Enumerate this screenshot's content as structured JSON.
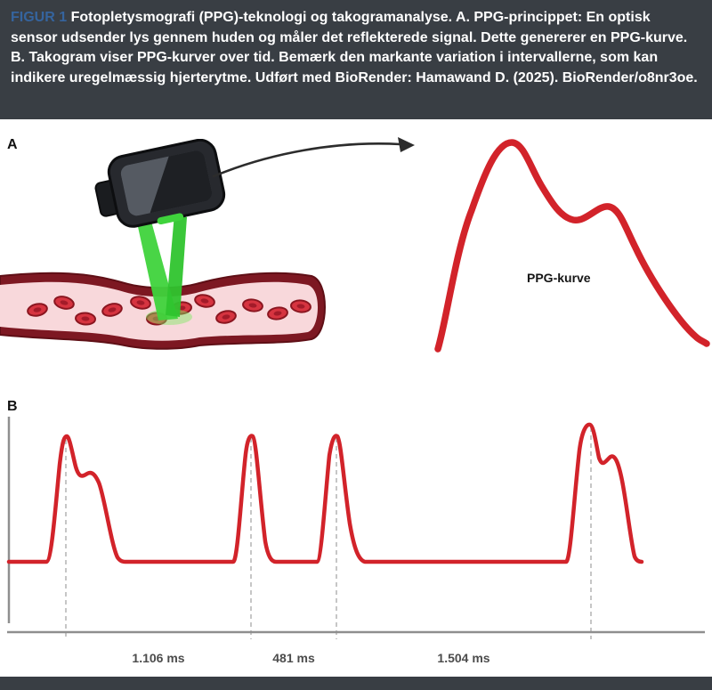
{
  "caption": {
    "label": "FIGUR 1",
    "text_1": " Fotopletysmografi (PPG)-teknologi og takogramanalyse. ",
    "a_label": "A.",
    "text_2": " PPG-princippet: En optisk sensor udsender lys gennem huden og måler det reflekterede signal. Dette genererer en PPG-kurve. ",
    "b_label": "B.",
    "text_3": " Takogram viser PPG-kurver over tid. Bemærk den markante variation i intervallerne, som kan indikere uregelmæssig hjerterytme. Udført med BioRender: Hamawand D. (2025). BioRender/o8nr3oe."
  },
  "panel_a": {
    "label": "A",
    "curve_label": "PPG-kurve"
  },
  "panel_b": {
    "label": "B",
    "intervals": [
      {
        "label": "1.106 ms"
      },
      {
        "label": "481 ms"
      },
      {
        "label": "1.504 ms"
      }
    ]
  },
  "chart_data": {
    "type": "line",
    "panel": "B",
    "num_pulses": 4,
    "marked_peaks": 4,
    "x_unit": "ms",
    "interval_labels": [
      "1.106 ms",
      "481 ms",
      "1.504 ms"
    ],
    "intervals_ms": [
      1106,
      481,
      1504
    ]
  },
  "colors": {
    "caption_bg": "#393e44",
    "accent_blue": "#35649e",
    "curve_red": "#d2232a",
    "beam_green": "#3fd33c",
    "vessel_wall": "#7d1822",
    "vessel_lumen": "#f8d8db",
    "blood_cell": "#d63440",
    "axis_gray": "#8f8f8f"
  }
}
